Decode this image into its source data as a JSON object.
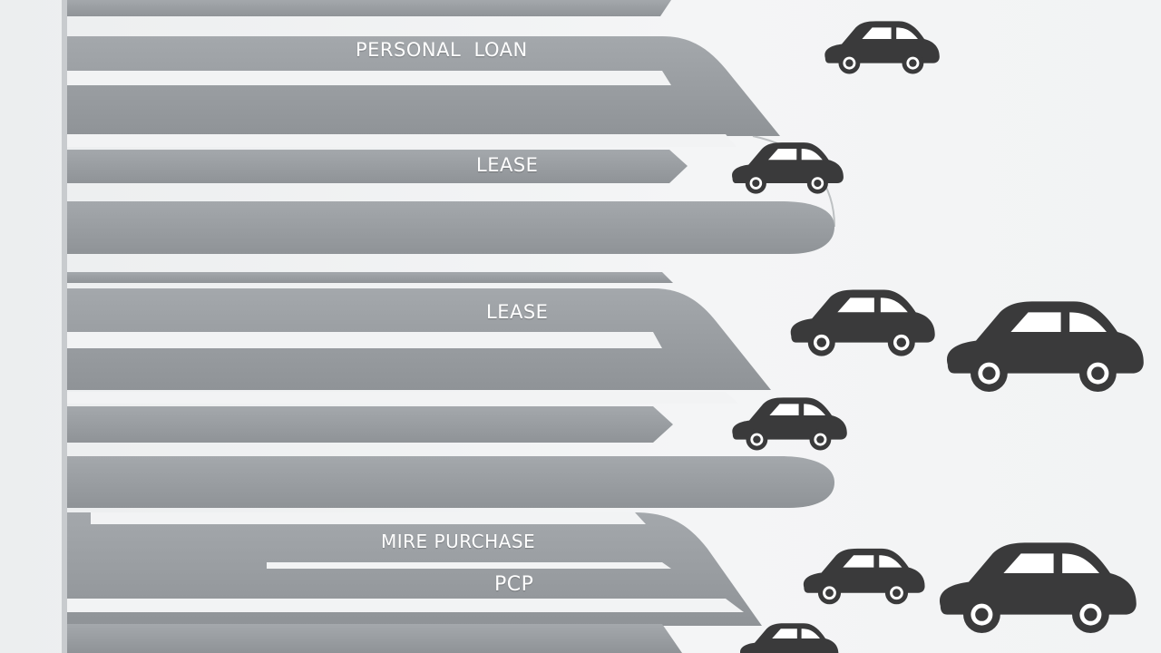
{
  "labels": {
    "personal_loan": "PERSONAL  LOAN",
    "lease_1": "LEASE",
    "lease_2": "LEASE",
    "hire_purchase": "MIRE PURCHASE",
    "pcp": "PCP"
  },
  "colors": {
    "lane": "#9a9ea2",
    "lane_dark": "#8d9195",
    "car": "#3a3a3b",
    "window": "#ffffff",
    "background": "#f0f1f2"
  },
  "icons": {
    "car": "car-icon"
  }
}
